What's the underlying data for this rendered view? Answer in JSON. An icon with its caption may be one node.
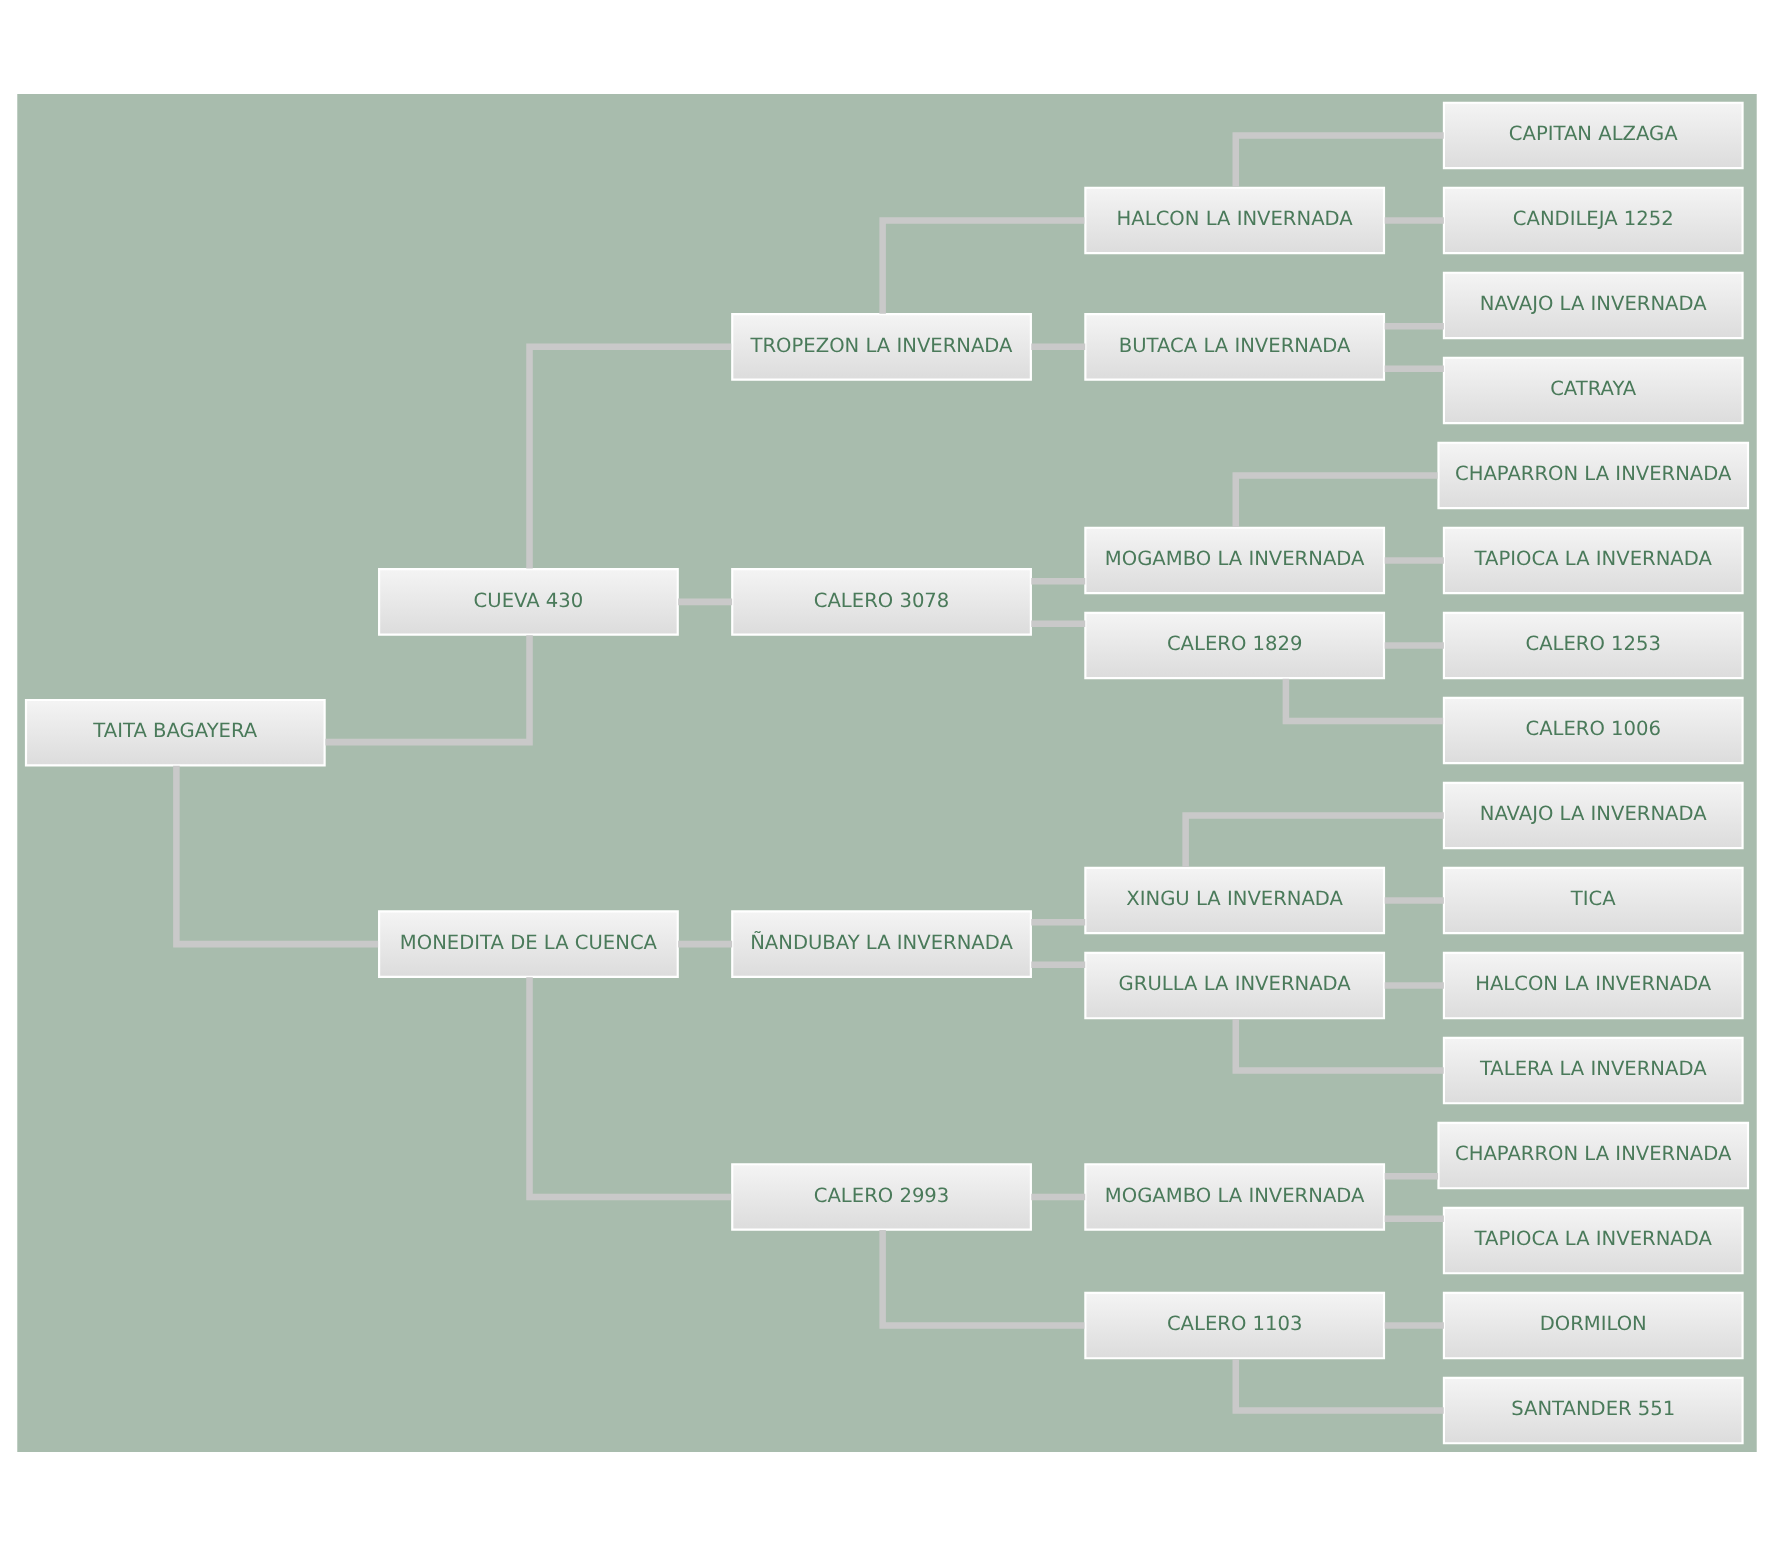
{
  "diagram": {
    "nodes": [
      {
        "text": [
          "TAITA BAGAYERA"
        ]
      },
      {
        "text": [
          "CUEVA 430"
        ]
      },
      {
        "text": [
          "TROPEZON LA INVERNADA"
        ]
      },
      {
        "text": [
          "HALCON LA INVERNADA"
        ]
      },
      {
        "text": [
          "CAPITAN ALZAGA"
        ]
      },
      {
        "text": [
          "CANDILEJA 1252"
        ]
      },
      {
        "text": [
          "BUTACA LA INVERNADA"
        ]
      },
      {
        "text": [
          "NAVAJO LA INVERNADA"
        ]
      },
      {
        "text": [
          "CATRAYA"
        ]
      },
      {
        "text": [
          "CALERO 3078"
        ]
      },
      {
        "text": [
          "MOGAMBO LA INVERNADA"
        ]
      },
      {
        "text": [
          "CHAPARRON LA INVERNADA"
        ]
      },
      {
        "text": [
          "TAPIOCA LA INVERNADA"
        ]
      },
      {
        "text": [
          "CALERO 1829"
        ]
      },
      {
        "text": [
          "CALERO 1253"
        ]
      },
      {
        "text": [
          "CALERO 1006"
        ]
      },
      {
        "text": [
          "MONEDITA DE LA CUENCA"
        ]
      },
      {
        "text": [
          "ÑANDUBAY LA INVERNADA"
        ]
      },
      {
        "text": [
          "XINGU LA INVERNADA"
        ]
      },
      {
        "text": [
          "NAVAJO LA INVERNADA"
        ]
      },
      {
        "text": [
          "TICA"
        ]
      },
      {
        "text": [
          "GRULLA LA INVERNADA"
        ]
      },
      {
        "text": [
          "HALCON LA INVERNADA"
        ]
      },
      {
        "text": [
          "TALERA LA INVERNADA"
        ]
      },
      {
        "text": [
          "CALERO 2993"
        ]
      },
      {
        "text": [
          "MOGAMBO LA INVERNADA"
        ]
      },
      {
        "text": [
          "CHAPARRON LA INVERNADA"
        ]
      },
      {
        "text": [
          "TAPIOCA LA INVERNADA"
        ]
      },
      {
        "text": [
          "CALERO 1103"
        ]
      },
      {
        "text": [
          "DORMILON"
        ]
      },
      {
        "text": [
          "SANTANDER 551"
        ]
      }
    ],
    "edges": [
      {
        "from": 0,
        "to": 1,
        "arrow": "none"
      },
      {
        "from": 1,
        "to": 2,
        "arrow": "none"
      },
      {
        "from": 2,
        "to": 3,
        "arrow": "none"
      },
      {
        "from": 3,
        "to": 4,
        "arrow": "none"
      },
      {
        "from": 3,
        "to": 5,
        "arrow": "none"
      },
      {
        "from": 2,
        "to": 6,
        "arrow": "none"
      },
      {
        "from": 6,
        "to": 7,
        "arrow": "none"
      },
      {
        "from": 6,
        "to": 8,
        "arrow": "none"
      },
      {
        "from": 1,
        "to": 9,
        "arrow": "none"
      },
      {
        "from": 9,
        "to": 10,
        "arrow": "none"
      },
      {
        "from": 10,
        "to": 11,
        "arrow": "none"
      },
      {
        "from": 10,
        "to": 12,
        "arrow": "none"
      },
      {
        "from": 9,
        "to": 13,
        "arrow": "none"
      },
      {
        "from": 13,
        "to": 14,
        "arrow": "none"
      },
      {
        "from": 13,
        "to": 15,
        "arrow": "none"
      },
      {
        "from": 0,
        "to": 16,
        "arrow": "none"
      },
      {
        "from": 16,
        "to": 17,
        "arrow": "none"
      },
      {
        "from": 17,
        "to": 18,
        "arrow": "none"
      },
      {
        "from": 18,
        "to": 19,
        "arrow": "none"
      },
      {
        "from": 18,
        "to": 20,
        "arrow": "none"
      },
      {
        "from": 17,
        "to": 21,
        "arrow": "none"
      },
      {
        "from": 21,
        "to": 22,
        "arrow": "none"
      },
      {
        "from": 21,
        "to": 23,
        "arrow": "none"
      },
      {
        "from": 16,
        "to": 24,
        "arrow": "none"
      },
      {
        "from": 24,
        "to": 25,
        "arrow": "none"
      },
      {
        "from": 25,
        "to": 26,
        "arrow": "none"
      },
      {
        "from": 25,
        "to": 27,
        "arrow": "none"
      },
      {
        "from": 24,
        "to": 28,
        "arrow": "none"
      },
      {
        "from": 28,
        "to": 29,
        "arrow": "none"
      },
      {
        "from": 28,
        "to": 30,
        "arrow": "none"
      }
    ]
  }
}
